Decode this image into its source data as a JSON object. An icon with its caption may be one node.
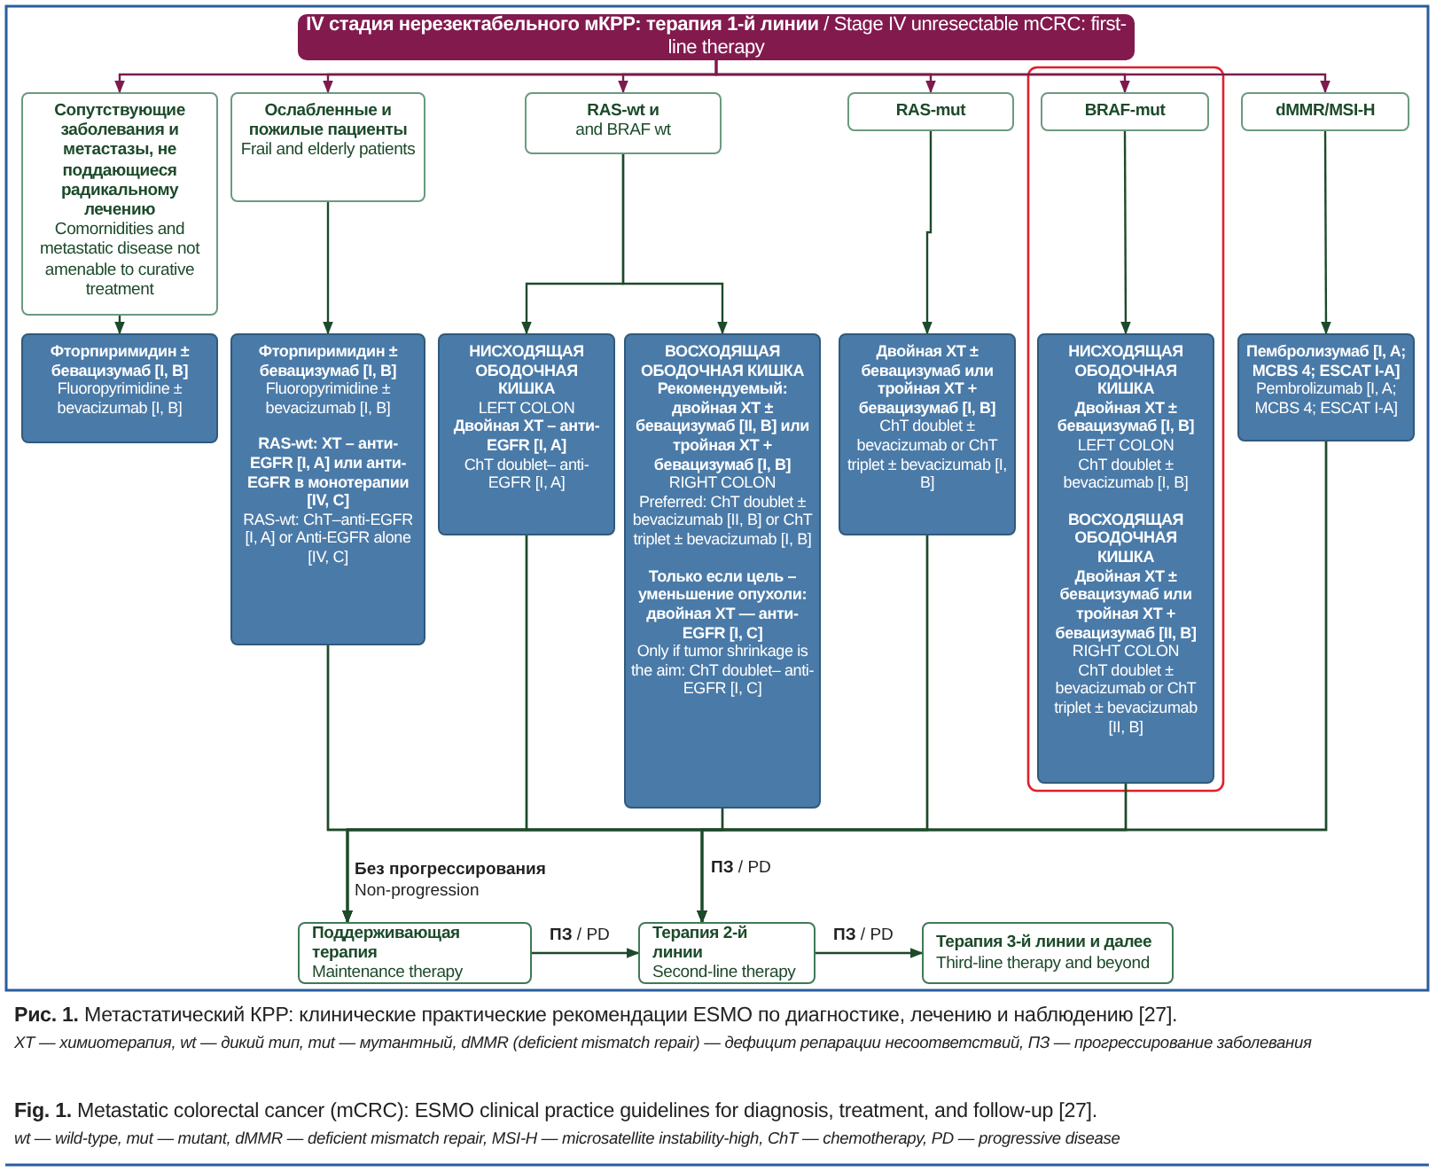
{
  "diagram": {
    "caption": "**Рис. 1.** Метастатический КРР: клинические практические рекомендации ESMO по диагностике, лечению и наблюдению [27].",
    "nodes": [
      {
        "text": [
          "**IV стадия нерезектабельного мКРР: терапия 1-й линии** / Stage IV unresectable mCRC: first-line therapy"
        ]
      },
      {
        "text": [
          "Сопутствующие заболевания и метастазы, не поддающиеся радикальному лечению",
          "Comornidities and metastatic disease not amenable to curative treatment"
        ]
      },
      {
        "text": [
          "Ослабленные и пожилые пациенты",
          "Frail and elderly patients"
        ]
      },
      {
        "text": [
          "RAS-wt и",
          "and BRAF wt"
        ]
      },
      {
        "text": [
          "RAS-mut"
        ]
      },
      {
        "text": [
          "BRAF-mut"
        ]
      },
      {
        "text": [
          "dMMR/MSI-H"
        ]
      },
      {
        "text": [
          "Фторпиримидин ± бевацизумаб [I, B]",
          "Fluoropyrimidine ± bevacizumab [I, B]"
        ]
      },
      {
        "text": [
          "Фторпиримидин ± бевацизумаб [I, B]",
          "Fluoropyrimidine ± bevacizumab [I, B]",
          "RAS-wt: ХТ – анти-EGFR [I, A] или анти-EGFR в монотерапии [IV, C]",
          "RAS-wt: ChT–anti-EGFR [I, A] or Anti-EGFR alone [IV, C]"
        ]
      },
      {
        "text": [
          "НИСХОДЯЩАЯ ОБОДОЧНАЯ КИШКА",
          "LEFT COLON",
          "Двойная ХТ – анти-EGFR [I, A]",
          "ChT doublet– anti-EGFR [I, A]"
        ]
      },
      {
        "text": [
          "ВОСХОДЯЩАЯ ОБОДОЧНАЯ КИШКА",
          "Рекомендуемый: двойная ХТ ± бевацизумаб [II, B] или тройная ХТ + бевацизумаб [I, B]",
          "RIGHT COLON",
          "Preferred: ChT doublet ± bevacizumab [II, B] or ChT triplet ± bevacizumab [I, B]",
          "Только если цель – уменьшение опухоли: двойная ХТ — анти-EGFR [I, C]",
          "Only if tumor shrinkage is the aim: ChT doublet– anti-EGFR [I, C]"
        ]
      },
      {
        "text": [
          "Двойная ХТ ± бевацизумаб или тройная ХТ + бевацизумаб [I, B]",
          "ChT doublet ± bevacizumab or ChT triplet ± bevacizumab [I, B]"
        ]
      },
      {
        "text": [
          "НИСХОДЯЩАЯ ОБОДОЧНАЯ КИШКА",
          "Двойная ХТ ± бевацизумаб [I, B]",
          "LEFT COLON",
          "ChT doublet ± bevacizumab [I, B]",
          "ВОСХОДЯЩАЯ ОБОДОЧНАЯ КИШКА",
          "Двойная ХТ ± бевацизумаб или тройная ХТ + бевацизумаб [II, B]",
          "RIGHT COLON",
          "ChT doublet ± bevacizumab or ChT triplet ± bevacizumab [II, B]"
        ]
      },
      {
        "text": [
          "Пембролизумаб [I, A; MCBS 4; ESCAT I-A]",
          "Pembrolizumab [I, A; MCBS 4; ESCAT I-A]"
        ]
      },
      {
        "text": [
          "Поддерживающая терапия",
          "Maintenance therapy"
        ]
      },
      {
        "text": [
          "Терапия 2-й линии",
          "Second-line therapy"
        ]
      },
      {
        "text": [
          "Терапия 3-й линии и далее",
          "Third-line therapy and beyond"
        ]
      }
    ],
    "edges": [
      {
        "from": 0,
        "to": 1,
        "arrow": "to",
        "color": "#7d1b4c"
      },
      {
        "from": 0,
        "to": 2,
        "arrow": "to",
        "color": "#7d1b4c"
      },
      {
        "from": 0,
        "to": 3,
        "arrow": "to",
        "color": "#7d1b4c"
      },
      {
        "from": 0,
        "to": 4,
        "arrow": "to",
        "color": "#7d1b4c"
      },
      {
        "from": 0,
        "to": 5,
        "arrow": "to",
        "color": "#7d1b4c"
      },
      {
        "from": 0,
        "to": 6,
        "arrow": "to",
        "color": "#7d1b4c"
      },
      {
        "from": 1,
        "to": 7,
        "arrow": "to"
      },
      {
        "from": 2,
        "to": 8,
        "arrow": "to"
      },
      {
        "from": 3,
        "to": 9,
        "arrow": "to"
      },
      {
        "from": 3,
        "to": 10,
        "arrow": "to"
      },
      {
        "from": 4,
        "to": 11,
        "arrow": "to"
      },
      {
        "from": 5,
        "to": 12,
        "arrow": "to"
      },
      {
        "from": 6,
        "to": 13,
        "arrow": "to"
      },
      {
        "from": 8,
        "to": 14,
        "arrow": "to",
        "label": "**Без прогрессирования** Non-progression"
      },
      {
        "from": 9,
        "to": 14,
        "arrow": "to"
      },
      {
        "from": 10,
        "to": 14,
        "arrow": "to"
      },
      {
        "from": 11,
        "to": 14,
        "arrow": "to"
      },
      {
        "from": 12,
        "to": 14,
        "arrow": "to"
      },
      {
        "from": 13,
        "to": 14,
        "arrow": "to"
      },
      {
        "from": 8,
        "to": 15,
        "arrow": "to",
        "label": "**ПЗ** / PD"
      },
      {
        "from": 9,
        "to": 15,
        "arrow": "to"
      },
      {
        "from": 10,
        "to": 15,
        "arrow": "to"
      },
      {
        "from": 11,
        "to": 15,
        "arrow": "to"
      },
      {
        "from": 12,
        "to": 15,
        "arrow": "to"
      },
      {
        "from": 13,
        "to": 15,
        "arrow": "to"
      },
      {
        "from": 14,
        "to": 15,
        "arrow": "to",
        "label": "**ПЗ** / PD"
      },
      {
        "from": 15,
        "to": 16,
        "arrow": "to",
        "label": "**ПЗ** / PD"
      }
    ],
    "labels": [
      "*ХТ — химиотерапия, wt — дикий тип, mut — мутантный, dMMR (deficient mismatch repair) — дефицит репарации несоответствий, ПЗ  — прогрессирование заболевания*",
      "**Fig. 1.** Metastatic colorectal cancer (mCRC): ESMO clinical practice guidelines for diagnosis, treatment, and follow-up [27].",
      "*wt — wild-type, mut — mutant, dMMR — deficient mismatch repair, MSI-H — microsatellite instability-high, ChT — chemotherapy, PD — progressive disease*"
    ]
  }
}
